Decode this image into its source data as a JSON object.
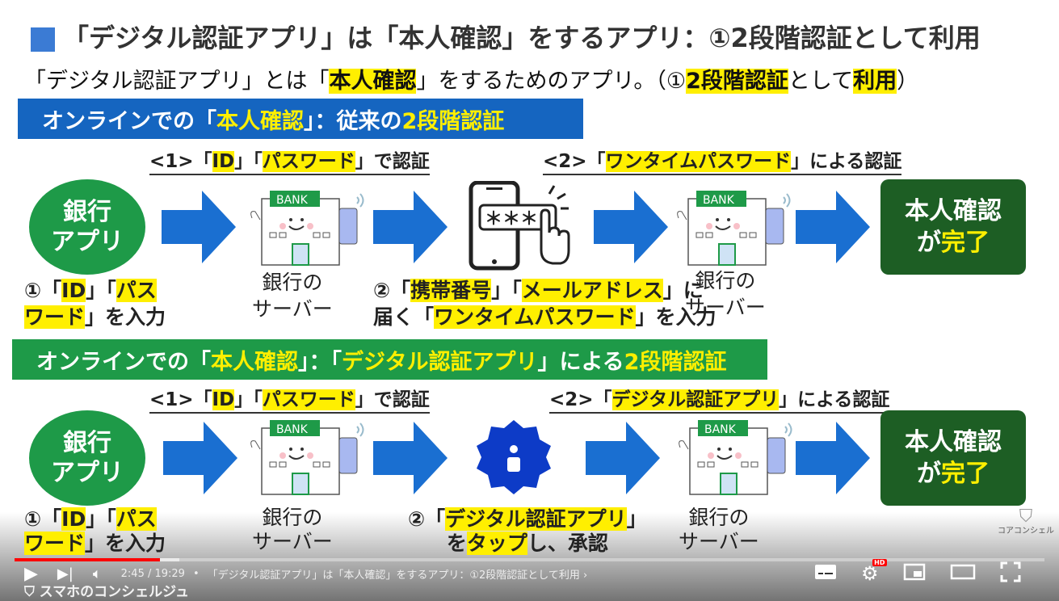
{
  "slide": {
    "title": "「デジタル認証アプリ」は「本人確認」をするアプリ：①2段階認証として利用",
    "subtitle": [
      {
        "t": "「デジタル認証アプリ」とは「"
      },
      {
        "t": "本人確認",
        "h": 1
      },
      {
        "t": "」をするためのアプリ。（①"
      },
      {
        "t": "2段階認証",
        "h": 1
      },
      {
        "t": "として"
      },
      {
        "t": "利用",
        "h": 1
      },
      {
        "t": "）"
      }
    ],
    "banner1": [
      {
        "t": "オンラインでの「"
      },
      {
        "t": "本人確認",
        "h": 1
      },
      {
        "t": "」：従来の"
      },
      {
        "t": "2段階認証",
        "h": 1
      }
    ],
    "banner2": [
      {
        "t": "オンラインでの「"
      },
      {
        "t": "本人確認",
        "h": 1
      },
      {
        "t": "」：「"
      },
      {
        "t": "デジタル認証アプリ",
        "h": 1
      },
      {
        "t": "」による"
      },
      {
        "t": "2段階認証",
        "h": 1
      }
    ],
    "step1": [
      {
        "t": "<1>「"
      },
      {
        "t": "ID",
        "h": 1
      },
      {
        "t": "」「"
      },
      {
        "t": "パスワード",
        "h": 1
      },
      {
        "t": "」で認証"
      }
    ],
    "row1_step2": [
      {
        "t": "<2>「"
      },
      {
        "t": "ワンタイムパスワード",
        "h": 1
      },
      {
        "t": "」による認証"
      }
    ],
    "row2_step2": [
      {
        "t": "<2>「"
      },
      {
        "t": "デジタル認証アプリ",
        "h": 1
      },
      {
        "t": "」による認証"
      }
    ],
    "bank_app_line1": "銀行",
    "bank_app_line2": "アプリ",
    "bank_label": "BANK",
    "done": [
      {
        "t": "本人確認"
      },
      {
        "t": "\n"
      },
      {
        "t": "が"
      },
      {
        "t": "完了",
        "h": 1
      }
    ],
    "cap_input_l1": [
      {
        "t": "①「"
      },
      {
        "t": "ID",
        "h": 1
      },
      {
        "t": "」「"
      },
      {
        "t": "パス",
        "h": 1
      }
    ],
    "cap_input_l2": [
      {
        "t": "ワード",
        "h": 1
      },
      {
        "t": "」を入力"
      }
    ],
    "cap_server_l1": "銀行の",
    "cap_server_l2": "サーバー",
    "cap_otp_l1": [
      {
        "t": "②「"
      },
      {
        "t": "携帯番号",
        "h": 1
      },
      {
        "t": "」「"
      },
      {
        "t": "メールアドレス",
        "h": 1
      },
      {
        "t": "」に"
      }
    ],
    "cap_otp_l2": [
      {
        "t": "届く「"
      },
      {
        "t": "ワンタイムパスワード",
        "h": 1
      },
      {
        "t": "」を入力"
      }
    ],
    "cap_app_l1": [
      {
        "t": "②「"
      },
      {
        "t": "デジタル認証アプリ",
        "h": 1
      },
      {
        "t": "」"
      }
    ],
    "cap_app_l2": [
      {
        "t": "を"
      },
      {
        "t": "タップ",
        "h": 1
      },
      {
        "t": "し、承認"
      }
    ],
    "otp_text": "＊＊＊",
    "watermark_right": "コアコンシェル",
    "watermark_left": "スマホのコンシェルジュ"
  },
  "player": {
    "time": "2:45 / 19:29",
    "separator": "•",
    "chapter": "「デジタル認証アプリ」は「本人確認」をするアプリ：①2段階認証として利用",
    "progress_percent": 14.1,
    "hd_badge": "HD"
  },
  "colors": {
    "accent_blue": "#1565c0",
    "accent_green": "#1e9a48",
    "highlight": "#ffef00",
    "done_green": "#1d5e24",
    "progress_red": "#ff0000"
  }
}
